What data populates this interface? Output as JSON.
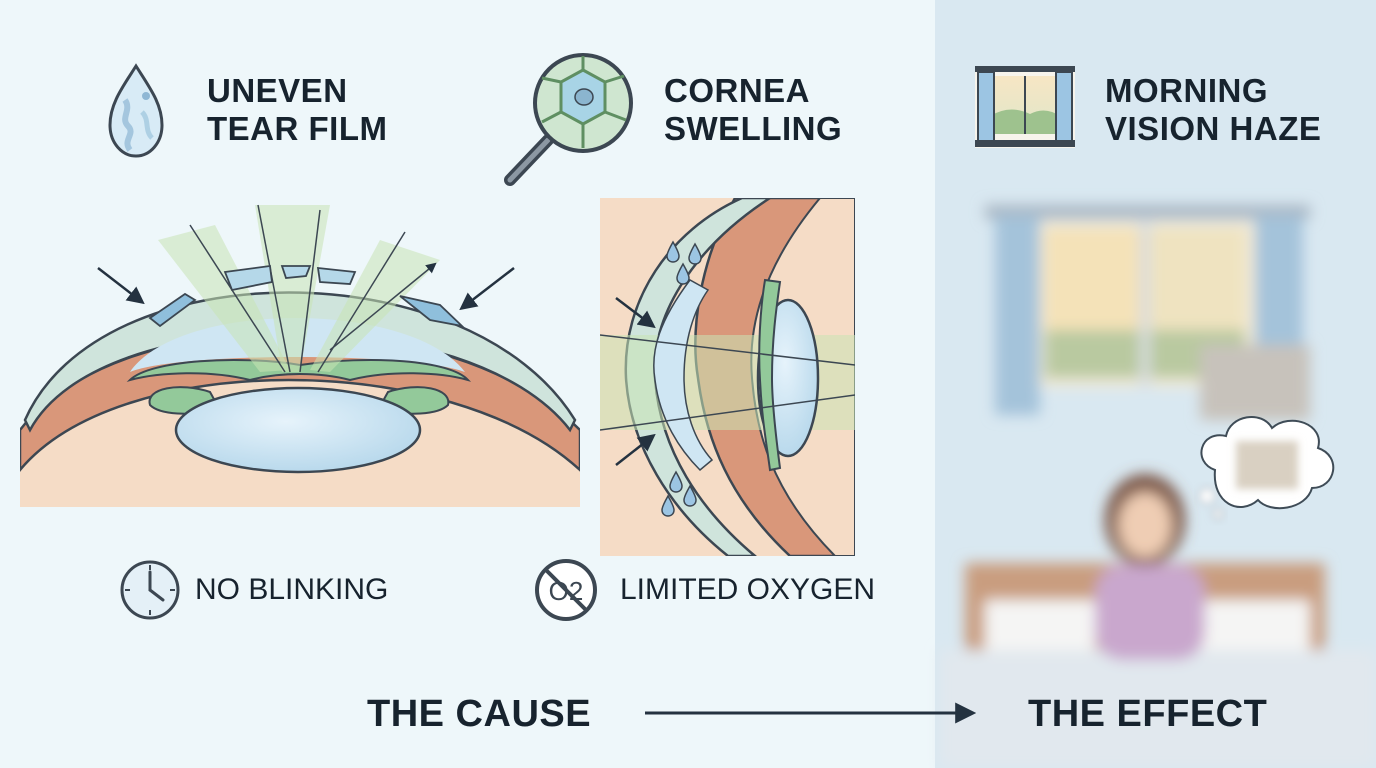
{
  "causes": {
    "tear_film": {
      "line1": "UNEVEN",
      "line2": "TEAR FILM",
      "icon": "tear-drop-icon"
    },
    "cornea": {
      "line1": "CORNEA",
      "line2": "SWELLING",
      "icon": "magnifier-cells-icon"
    },
    "blinking": {
      "label": "NO BLINKING",
      "icon": "clock-icon"
    },
    "oxygen": {
      "label": "LIMITED OXYGEN",
      "icon": "no-oxygen-icon",
      "symbol": "O2"
    }
  },
  "effect": {
    "line1": "MORNING",
    "line2": "VISION HAZE",
    "icon": "window-icon"
  },
  "flow": {
    "cause": "THE CAUSE",
    "effect": "THE EFFECT"
  },
  "colors": {
    "left_bg": "#eef7fa",
    "right_bg": "#d9e8f1",
    "sclera": "#f5dcc6",
    "iris_tissue": "#d9977a",
    "ciliary_green": "#93c99a",
    "cornea_blue": "#b5d8e9",
    "lens_blue": "#cde6f4",
    "text": "#17232e"
  }
}
